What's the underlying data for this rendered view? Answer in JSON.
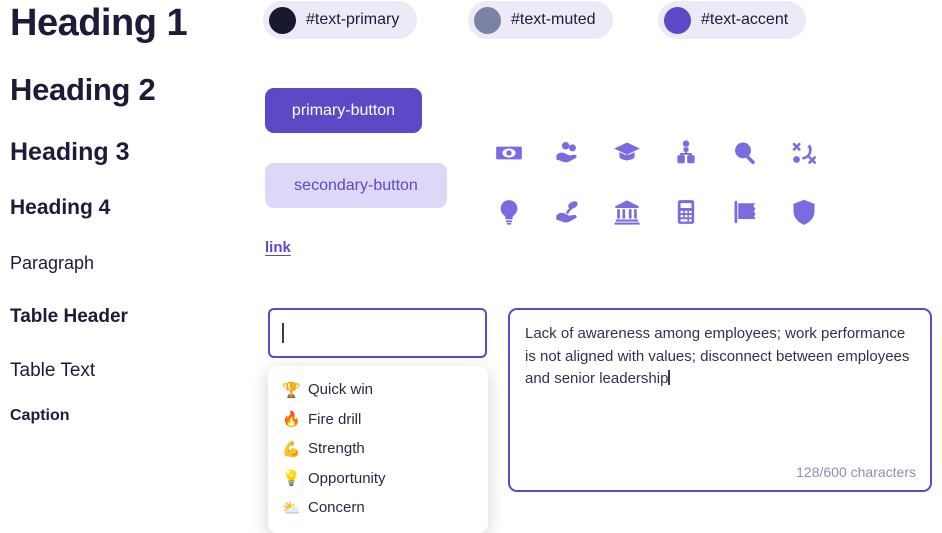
{
  "colors": {
    "text_primary": "#181830",
    "text_muted": "#7c82a3",
    "text_accent": "#5b49c6",
    "icon_purple": "#7a6ce0",
    "primary_button_bg": "#5b49c6",
    "secondary_button_bg": "#ded7f8"
  },
  "typography": {
    "h1": "Heading 1",
    "h2": "Heading 2",
    "h3": "Heading 3",
    "h4": "Heading 4",
    "paragraph": "Paragraph",
    "table_header": "Table Header",
    "table_text": "Table Text",
    "caption": "Caption"
  },
  "swatches": [
    {
      "label": "#text-primary",
      "color": "#181830"
    },
    {
      "label": "#text-muted",
      "color": "#7c82a3"
    },
    {
      "label": "#text-accent",
      "color": "#5b49c6"
    }
  ],
  "buttons": {
    "primary_label": "primary-button",
    "secondary_label": "secondary-button",
    "link_label": "link"
  },
  "icons": {
    "row1": [
      "money-bill-icon",
      "hand-holding-coins-icon",
      "graduation-cap-icon",
      "org-chart-icon",
      "search-icon",
      "strategy-icon"
    ],
    "row2": [
      "lightbulb-icon",
      "hand-holding-leaf-icon",
      "bank-icon",
      "calculator-icon",
      "flag-icon",
      "shield-icon"
    ]
  },
  "combobox": {
    "value": "",
    "items": [
      {
        "emoji": "🏆",
        "label": "Quick win"
      },
      {
        "emoji": "🔥",
        "label": "Fire drill"
      },
      {
        "emoji": "💪",
        "label": "Strength"
      },
      {
        "emoji": "💡",
        "label": "Opportunity"
      },
      {
        "emoji": "⛅",
        "label": "Concern"
      }
    ]
  },
  "textarea": {
    "value": "Lack of awareness among employees; work performance is not aligned with values; disconnect between employees and senior leadership",
    "counter": "128/600 characters"
  }
}
